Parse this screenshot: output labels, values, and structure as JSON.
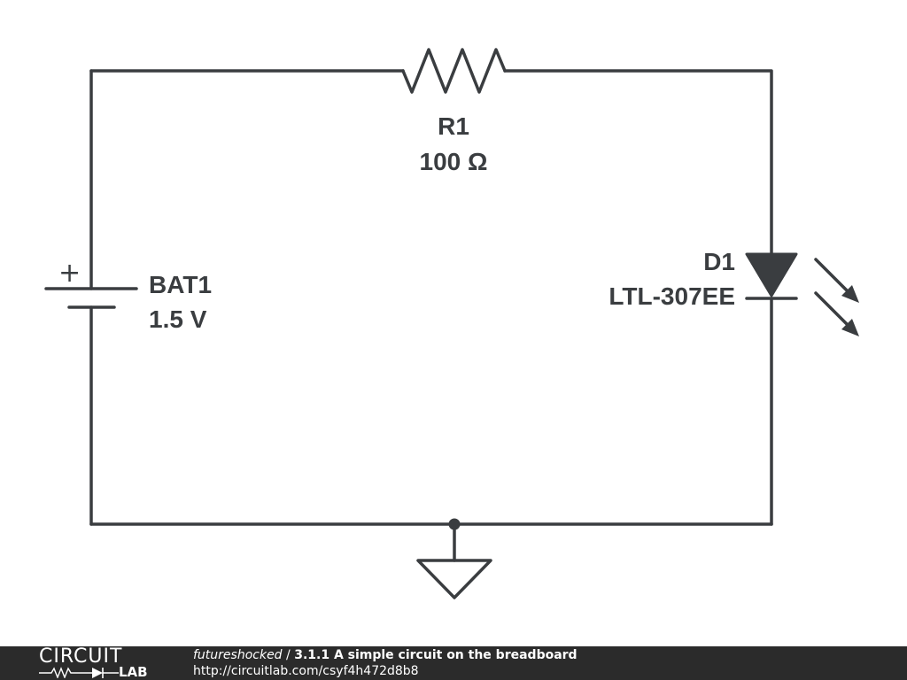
{
  "schematic": {
    "resistor": {
      "ref": "R1",
      "value": "100 Ω"
    },
    "battery": {
      "ref": "BAT1",
      "value": "1.5 V",
      "polarity": "+"
    },
    "led": {
      "ref": "D1",
      "part": "LTL-307EE"
    },
    "ground": {
      "icon": "ground-icon"
    }
  },
  "footer": {
    "logo_top": "CIRCUIT",
    "logo_bottom": "LAB",
    "author": "futureshocked",
    "separator": " / ",
    "title": "3.1.1 A simple circuit on the breadboard",
    "url": "http://circuitlab.com/csyf4h472d8b8",
    "background": "#2b2b2b"
  },
  "colors": {
    "wire": "#3a3d40",
    "text": "#3a3d40"
  }
}
